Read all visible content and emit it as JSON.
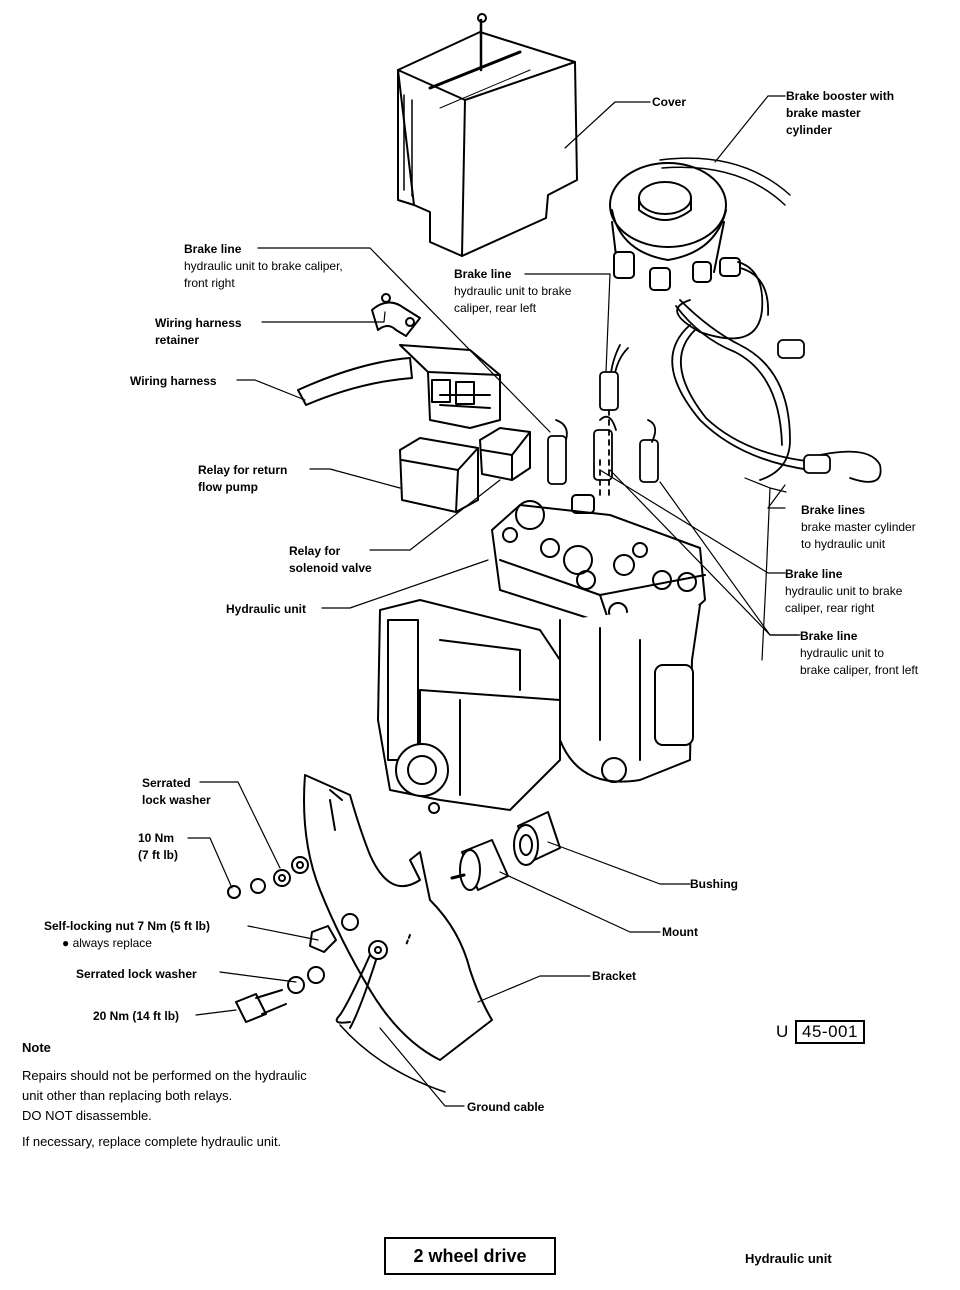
{
  "labels": {
    "cover": "Cover",
    "brake_booster": [
      "Brake booster with",
      "brake master",
      "cylinder"
    ],
    "brake_line_front_right": {
      "title": "Brake line",
      "desc": [
        "hydraulic unit to brake caliper,",
        "front right"
      ]
    },
    "brake_line_rear_left": {
      "title": "Brake line",
      "desc": [
        "hydraulic unit to brake",
        "caliper, rear left"
      ]
    },
    "wiring_harness_retainer": [
      "Wiring harness",
      "retainer"
    ],
    "wiring_harness": "Wiring harness",
    "relay_return_flow": [
      "Relay for return",
      "flow pump"
    ],
    "relay_solenoid": [
      "Relay for",
      "solenoid valve"
    ],
    "hydraulic_unit": "Hydraulic unit",
    "brake_lines_master": {
      "title": "Brake lines",
      "desc": [
        "brake master cylinder",
        "to hydraulic unit"
      ]
    },
    "brake_line_rear_right": {
      "title": "Brake line",
      "desc": [
        "hydraulic unit to brake",
        "caliper, rear right"
      ]
    },
    "brake_line_front_left": {
      "title": "Brake line",
      "desc": [
        "hydraulic unit to",
        "brake caliper, front left"
      ]
    },
    "serrated_lock_washer_top": [
      "Serrated",
      "lock washer"
    ],
    "torque_10": [
      "10 Nm",
      "(7 ft lb)"
    ],
    "self_locking_nut": {
      "title": "Self-locking nut 7 Nm (5 ft lb)",
      "desc": "● always replace"
    },
    "serrated_lock_washer": "Serrated lock washer",
    "torque_20": "20 Nm (14 ft lb)",
    "bushing": "Bushing",
    "mount": "Mount",
    "bracket": "Bracket",
    "ground_cable": "Ground cable"
  },
  "note": {
    "heading": "Note",
    "lines": [
      "Repairs should not be performed on the hydraulic",
      "unit other than replacing both relays.",
      "DO NOT disassemble."
    ],
    "extra": "If necessary, replace complete hydraulic unit."
  },
  "figure_code": {
    "prefix": "U",
    "code": "45-001"
  },
  "drive_label": "2 wheel drive",
  "figure_title": "Hydraulic unit"
}
